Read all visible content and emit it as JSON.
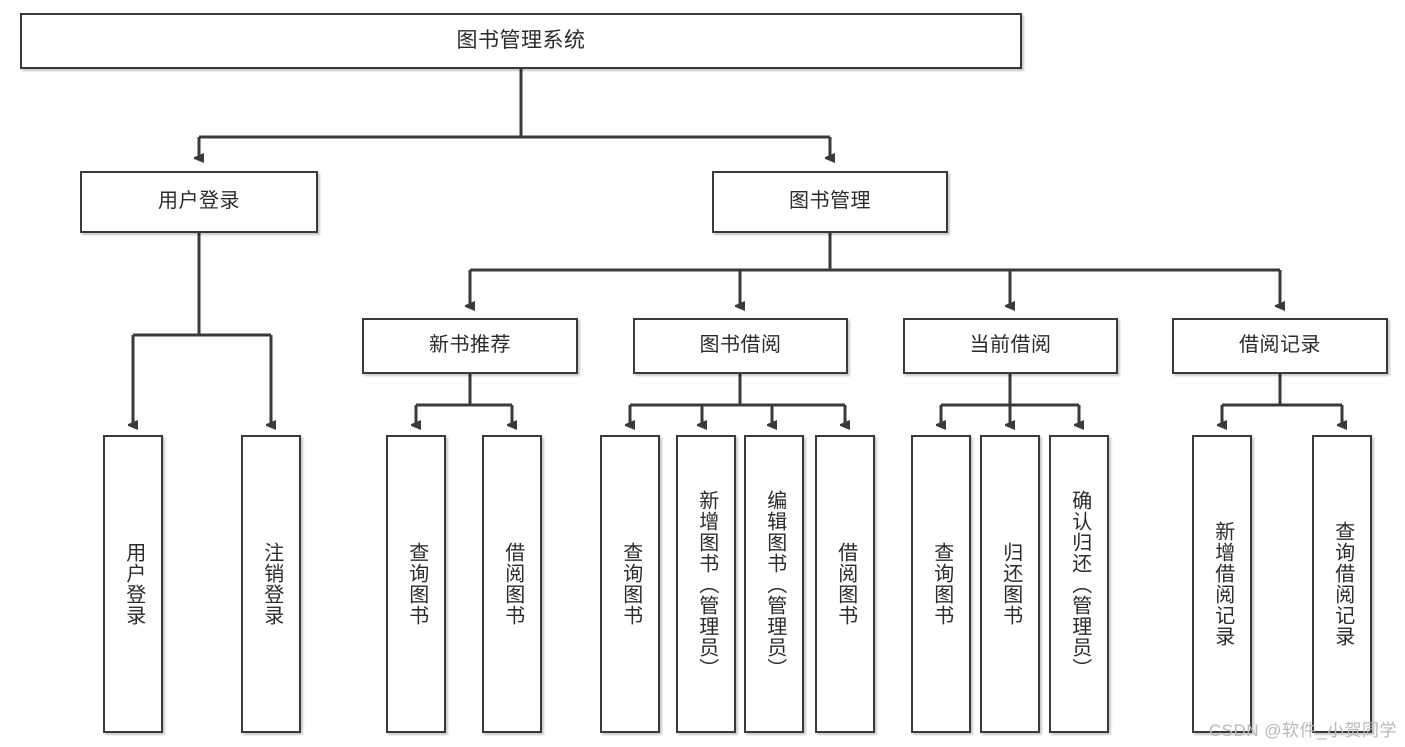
{
  "diagram": {
    "title": "图书管理系统",
    "type": "tree",
    "colors": {
      "background": "#ffffff",
      "box_fill": "#ffffff",
      "box_border": "#3a3a3a",
      "connector": "#3a3a3a",
      "text": "#2b2b2b",
      "watermark": "#b8b8b8"
    },
    "root": {
      "label": "图书管理系统"
    },
    "level2": [
      {
        "label": "用户登录"
      },
      {
        "label": "图书管理"
      }
    ],
    "groups": [
      {
        "label": "新书推荐"
      },
      {
        "label": "图书借阅"
      },
      {
        "label": "当前借阅"
      },
      {
        "label": "借阅记录"
      }
    ],
    "leaves": {
      "user_login": [
        {
          "label": "用户登录"
        },
        {
          "label": "注销登录"
        }
      ],
      "new_book_recommend": [
        {
          "label": "查询图书"
        },
        {
          "label": "借阅图书"
        }
      ],
      "book_borrow": [
        {
          "label": "查询图书"
        },
        {
          "label": "新增图书（管理员）"
        },
        {
          "label": "编辑图书（管理员）"
        },
        {
          "label": "借阅图书"
        }
      ],
      "current_borrow": [
        {
          "label": "查询图书"
        },
        {
          "label": "归还图书"
        },
        {
          "label": "确认归还（管理员）"
        }
      ],
      "borrow_record": [
        {
          "label": "新增借阅记录"
        },
        {
          "label": "查询借阅记录"
        }
      ]
    },
    "watermark": "CSDN @软件_小贺同学"
  }
}
